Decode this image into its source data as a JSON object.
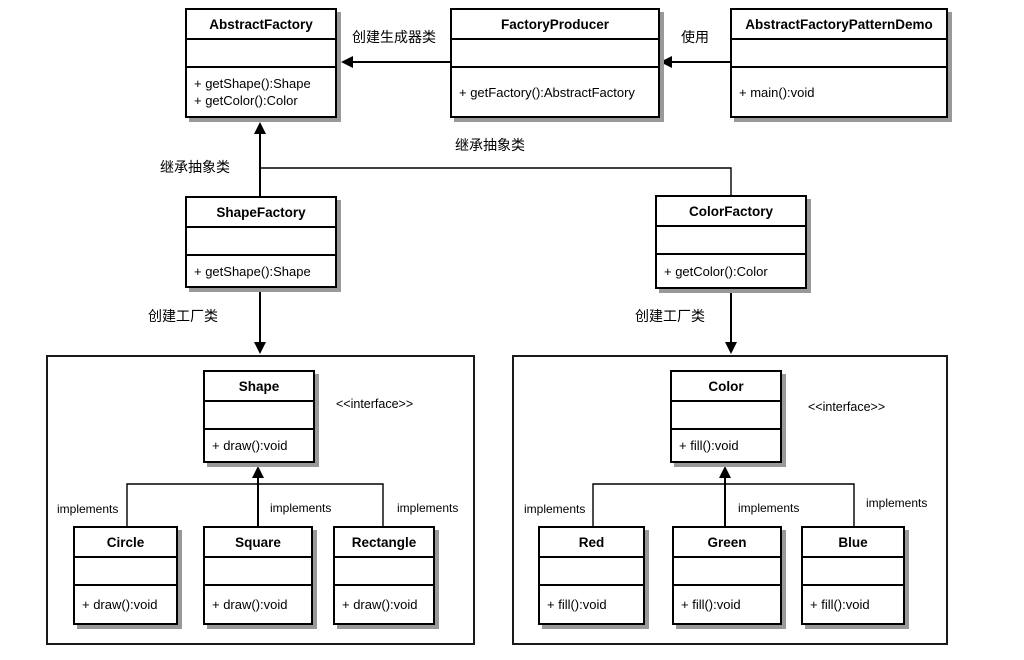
{
  "diagram": {
    "classes": {
      "abstract_factory": {
        "name": "AbstractFactory",
        "methods": [
          "+ getShape():Shape",
          "+ getColor():Color"
        ]
      },
      "factory_producer": {
        "name": "FactoryProducer",
        "methods": [
          "+ getFactory():AbstractFactory"
        ]
      },
      "demo": {
        "name": "AbstractFactoryPatternDemo",
        "methods": [
          "+ main():void"
        ]
      },
      "shape_factory": {
        "name": "ShapeFactory",
        "methods": [
          "+ getShape():Shape"
        ]
      },
      "color_factory": {
        "name": "ColorFactory",
        "methods": [
          "+ getColor():Color"
        ]
      },
      "shape": {
        "name": "Shape",
        "methods": [
          "+ draw():void"
        ]
      },
      "color": {
        "name": "Color",
        "methods": [
          "+ fill():void"
        ]
      },
      "circle": {
        "name": "Circle",
        "methods": [
          "+ draw():void"
        ]
      },
      "square": {
        "name": "Square",
        "methods": [
          "+ draw():void"
        ]
      },
      "rectangle": {
        "name": "Rectangle",
        "methods": [
          "+ draw():void"
        ]
      },
      "red": {
        "name": "Red",
        "methods": [
          "+ fill():void"
        ]
      },
      "green": {
        "name": "Green",
        "methods": [
          "+ fill():void"
        ]
      },
      "blue": {
        "name": "Blue",
        "methods": [
          "+ fill():void"
        ]
      }
    },
    "edge_labels": {
      "create_generator": "创建生成器类",
      "use": "使用",
      "inherit_abstract": "继承抽象类",
      "create_factory": "创建工厂类",
      "implements": "implements",
      "interface_stereotype": "<<interface>>"
    },
    "colors": {
      "line": "#000000",
      "box_fill": "#ffffff",
      "box_shadow": "#999999",
      "background": "#ffffff"
    }
  }
}
